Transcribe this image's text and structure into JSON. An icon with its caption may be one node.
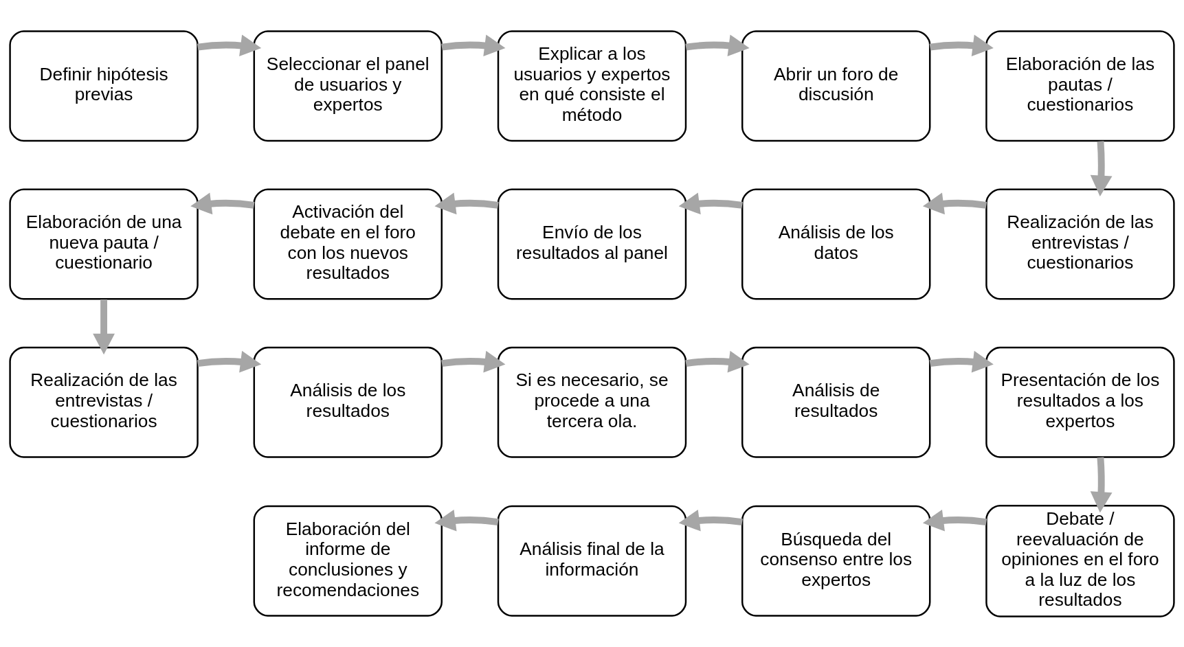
{
  "diagram": {
    "nodes": [
      {
        "text": [
          "Definir hipótesis previas"
        ]
      },
      {
        "text": [
          "Seleccionar el panel de usuarios y expertos"
        ]
      },
      {
        "text": [
          "Explicar a los usuarios y expertos en qué consiste el método"
        ]
      },
      {
        "text": [
          "Abrir un foro de discusión"
        ]
      },
      {
        "text": [
          "Elaboración de las pautas / cuestionarios"
        ]
      },
      {
        "text": [
          "Elaboración de una nueva pauta / cuestionario"
        ]
      },
      {
        "text": [
          "Activación del debate en el foro con los nuevos resultados"
        ]
      },
      {
        "text": [
          "Envío de los resultados al panel"
        ]
      },
      {
        "text": [
          "Análisis de los datos"
        ]
      },
      {
        "text": [
          "Realización de las entrevistas / cuestionarios"
        ]
      },
      {
        "text": [
          "Realización de las entrevistas / cuestionarios"
        ]
      },
      {
        "text": [
          "Análisis de los resultados"
        ]
      },
      {
        "text": [
          "Si es necesario, se procede a una tercera ola."
        ]
      },
      {
        "text": [
          "Análisis de resultados"
        ]
      },
      {
        "text": [
          "Presentación de los resultados a los expertos"
        ]
      },
      {
        "text": [
          "Elaboración del informe de conclusiones y recomendaciones"
        ]
      },
      {
        "text": [
          "Análisis final de la información"
        ]
      },
      {
        "text": [
          "Búsqueda del consenso entre los expertos"
        ]
      },
      {
        "text": [
          "Debate / reevaluación de opiniones en el foro a la luz de los resultados"
        ]
      }
    ],
    "edges": [
      {
        "from": 0,
        "to": 1,
        "arrow": "to"
      },
      {
        "from": 1,
        "to": 2,
        "arrow": "to"
      },
      {
        "from": 2,
        "to": 3,
        "arrow": "to"
      },
      {
        "from": 3,
        "to": 4,
        "arrow": "to"
      },
      {
        "from": 4,
        "to": 9,
        "arrow": "to"
      },
      {
        "from": 9,
        "to": 8,
        "arrow": "to"
      },
      {
        "from": 8,
        "to": 7,
        "arrow": "to"
      },
      {
        "from": 7,
        "to": 6,
        "arrow": "to"
      },
      {
        "from": 6,
        "to": 5,
        "arrow": "to"
      },
      {
        "from": 5,
        "to": 10,
        "arrow": "to"
      },
      {
        "from": 10,
        "to": 11,
        "arrow": "to"
      },
      {
        "from": 11,
        "to": 12,
        "arrow": "to"
      },
      {
        "from": 12,
        "to": 13,
        "arrow": "to"
      },
      {
        "from": 13,
        "to": 14,
        "arrow": "to"
      },
      {
        "from": 14,
        "to": 18,
        "arrow": "to"
      },
      {
        "from": 18,
        "to": 17,
        "arrow": "to"
      },
      {
        "from": 17,
        "to": 16,
        "arrow": "to"
      },
      {
        "from": 16,
        "to": 15,
        "arrow": "to"
      }
    ]
  }
}
